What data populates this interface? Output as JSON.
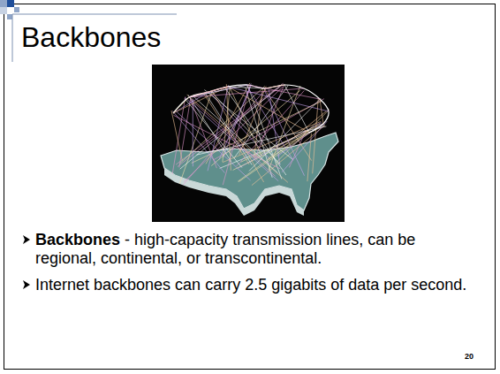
{
  "diagram": {
    "title": "Backbones",
    "labels": [
      "Backbones",
      "- high-capacity transmission lines, can be regional, continental, or transcontinental.",
      "Internet backbones can carry 2.5 gigabits of data per second.",
      "20"
    ]
  }
}
